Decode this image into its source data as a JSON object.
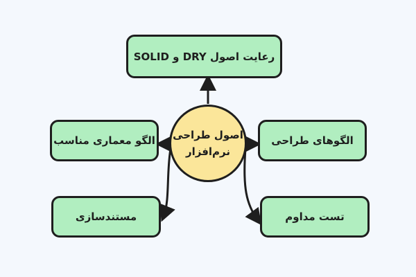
{
  "center": {
    "line1": "اصول طراحی",
    "line2": "نرم‌افزار"
  },
  "nodes": {
    "top": "رعایت اصول DRY و SOLID",
    "left": "الگو معماری مناسب",
    "right": "الگوهای طراحی",
    "bottom_left": "مستندسازی",
    "bottom_right": "تست مداوم"
  },
  "colors": {
    "background": "#f4f8fd",
    "box": "#b1eec0",
    "center": "#fbe69a",
    "stroke": "#1e1e1e"
  }
}
